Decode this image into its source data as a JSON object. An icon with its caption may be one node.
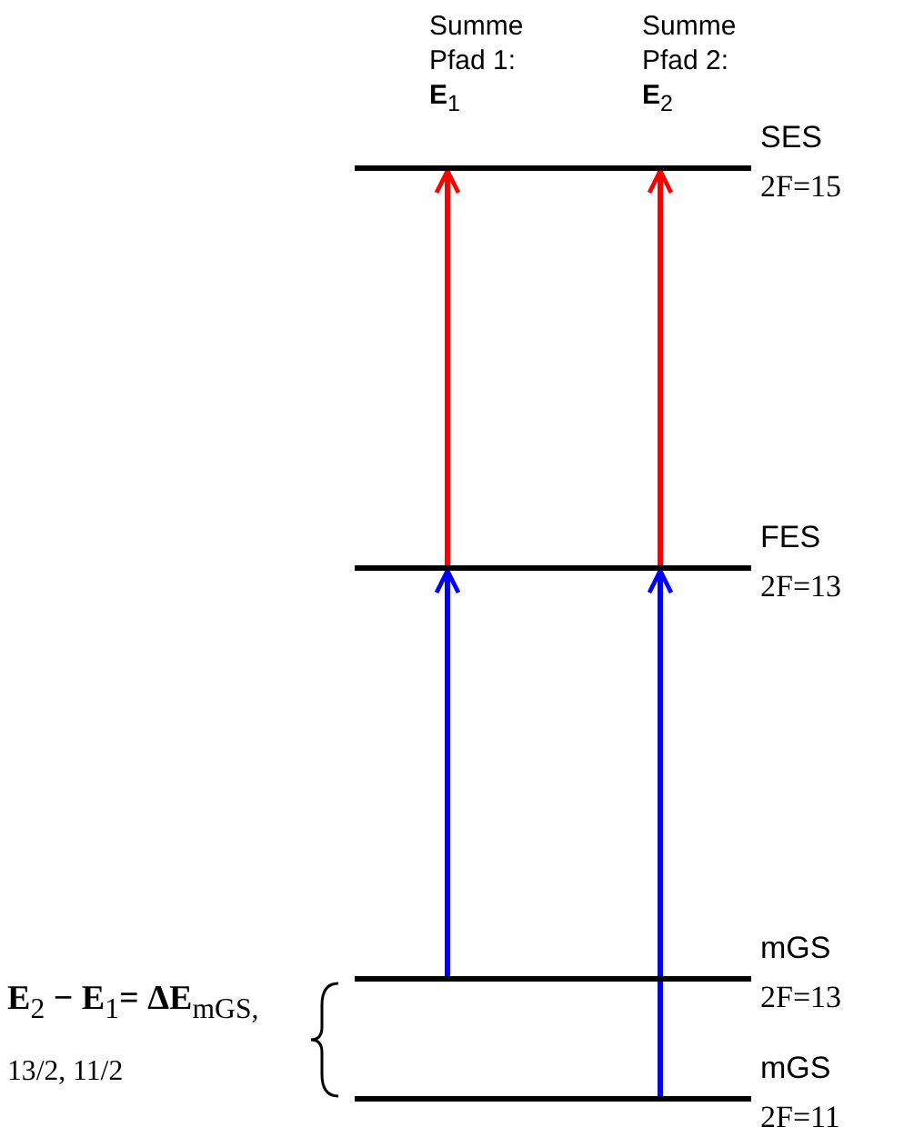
{
  "diagram": {
    "nodes": [
      {
        "text": [
          "SES",
          "2F=15"
        ]
      },
      {
        "text": [
          "FES",
          "2F=13"
        ]
      },
      {
        "text": [
          "mGS",
          "2F=13"
        ]
      },
      {
        "text": [
          "mGS",
          "2F=11"
        ]
      }
    ],
    "edges": [
      {
        "from": 2,
        "to": 1,
        "arrow": "to",
        "color": "#0000ff"
      },
      {
        "from": 1,
        "to": 0,
        "arrow": "to",
        "color": "#ff0000"
      },
      {
        "from": 3,
        "to": 1,
        "arrow": "to",
        "color": "#0000ff"
      },
      {
        "from": 1,
        "to": 0,
        "arrow": "to",
        "color": "#ff0000"
      }
    ],
    "labels": [
      "Summe Pfad 1: **E**$_{1}$",
      "Summe Pfad 2: **E**$_{2}$",
      "**E**$_{2}$ **− E**$_{1}$**=** **ΔE**$_{mGS, 13/2, 11/2}$"
    ]
  }
}
